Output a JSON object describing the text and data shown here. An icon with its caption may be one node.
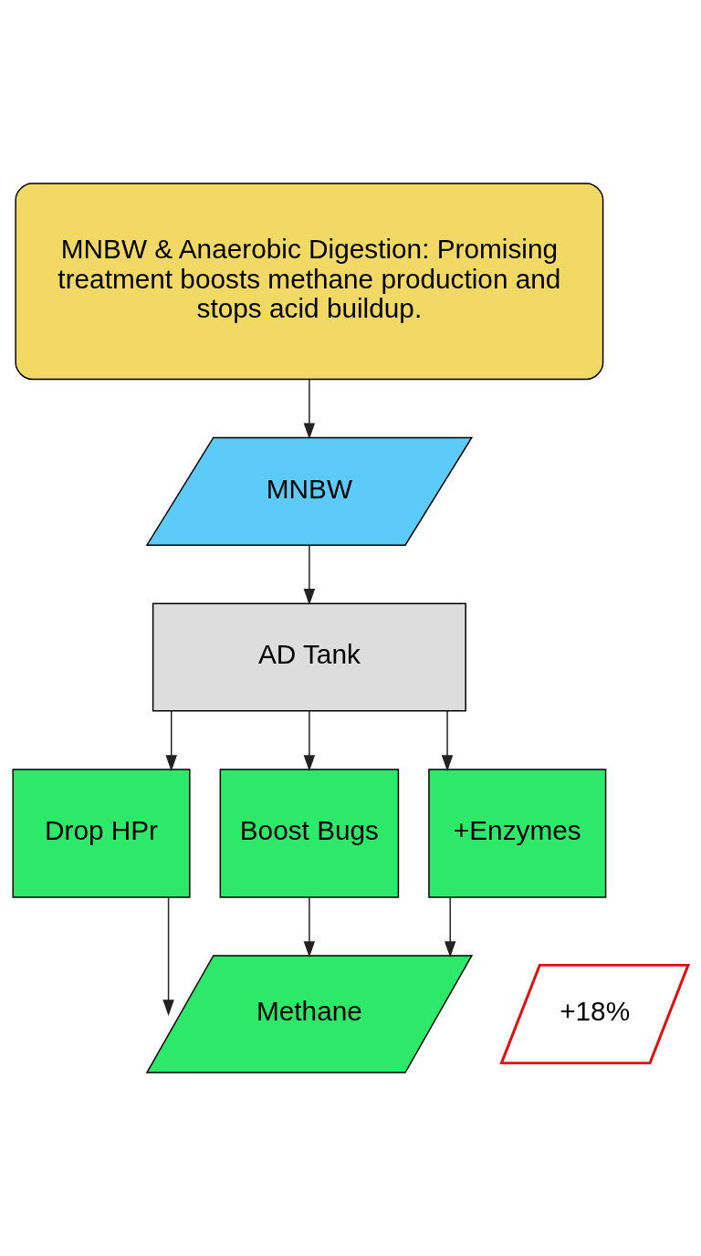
{
  "diagram": {
    "nodes": [
      {
        "text": [
          "MNBW & Anaerobic Digestion: Promising treatment boosts methane production and stops acid buildup."
        ]
      },
      {
        "text": [
          "MNBW"
        ]
      },
      {
        "text": [
          "AD Tank"
        ]
      },
      {
        "text": [
          "Drop HPr"
        ]
      },
      {
        "text": [
          "Boost Bugs"
        ]
      },
      {
        "text": [
          "+Enzymes"
        ]
      },
      {
        "text": [
          "Methane"
        ]
      },
      {
        "text": [
          "+18%"
        ]
      }
    ],
    "edges": [
      {
        "from": 0,
        "to": 1,
        "arrow": "to"
      },
      {
        "from": 1,
        "to": 2,
        "arrow": "to"
      },
      {
        "from": 2,
        "to": 3,
        "arrow": "to"
      },
      {
        "from": 2,
        "to": 4,
        "arrow": "to"
      },
      {
        "from": 2,
        "to": 5,
        "arrow": "to"
      },
      {
        "from": 3,
        "to": 6,
        "arrow": "to"
      },
      {
        "from": 4,
        "to": 6,
        "arrow": "to"
      },
      {
        "from": 5,
        "to": 6,
        "arrow": "to"
      }
    ]
  }
}
